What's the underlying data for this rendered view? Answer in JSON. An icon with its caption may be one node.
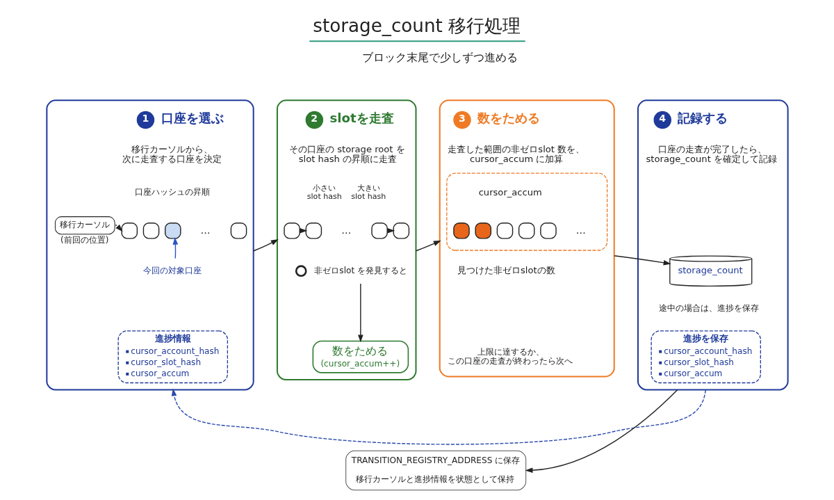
{
  "diagram": {
    "title": "storage_count 移行処理",
    "nodes": [
      {
        "text": [
          "口座を選ぶ",
          "移行カーソルから、次に走査する口座を決定"
        ]
      },
      {
        "text": [
          "1"
        ],
        "in": 0
      },
      {
        "text": [
          "移行カーソル"
        ],
        "beside": [
          "(前回の位置)"
        ],
        "in": 0
      },
      {
        "text": [],
        "shape": "box",
        "in": 0
      },
      {
        "text": [],
        "shape": "box",
        "in": 0
      },
      {
        "text": [],
        "shape": "box",
        "in": 0
      },
      {
        "text": [],
        "shape": "box",
        "in": 0
      },
      {
        "text": [
          "今回の対象口座"
        ],
        "in": 0
      },
      {
        "text": [
          "進捗情報",
          "cursor_account_hash",
          "cursor_slot_hash",
          "cursor_accum"
        ],
        "in": 0
      },
      {
        "text": [
          "slotを走査",
          "その口座の storage root を slot hash の昇順に走査"
        ]
      },
      {
        "text": [
          "2"
        ],
        "in": 9
      },
      {
        "text": [],
        "shape": "box",
        "in": 9
      },
      {
        "text": [],
        "shape": "box",
        "in": 9
      },
      {
        "text": [],
        "shape": "box",
        "in": 9
      },
      {
        "text": [],
        "shape": "box",
        "in": 9
      },
      {
        "text": [],
        "shape": "circle",
        "in": 9
      },
      {
        "text": [
          "非ゼロslot を発見すると"
        ],
        "in": 9
      },
      {
        "text": [
          "数をためる",
          "(cursor_accum++)"
        ],
        "in": 9
      },
      {
        "text": [
          "数をためる",
          "走査した範囲の非ゼロslot 数を、cursor_accum に加算"
        ]
      },
      {
        "text": [
          "3"
        ],
        "in": 18
      },
      {
        "text": [
          "cursor_accum"
        ],
        "beside": [
          "見つけた非ゼロslotの数"
        ],
        "in": 18
      },
      {
        "text": [],
        "shape": "box",
        "in": 20
      },
      {
        "text": [],
        "shape": "box",
        "in": 20
      },
      {
        "text": [],
        "shape": "box",
        "in": 20
      },
      {
        "text": [],
        "shape": "box",
        "in": 20
      },
      {
        "text": [],
        "shape": "box",
        "in": 20
      },
      {
        "text": [
          "記録する",
          "口座の走査が完了したら、storage_count を確定して記録"
        ]
      },
      {
        "text": [
          "4"
        ],
        "in": 26
      },
      {
        "text": [
          "storage_count"
        ],
        "in": 26
      },
      {
        "text": [
          "進捗を保存",
          "cursor_account_hash",
          "cursor_slot_hash",
          "cursor_accum"
        ],
        "in": 26
      },
      {
        "text": [
          "TRANSITION_REGISTRY_ADDRESS に保存",
          "移行カーソルと進捗情報を状態として保持"
        ]
      }
    ],
    "edges": [
      {
        "from": 2,
        "to": 3,
        "arrow": "to",
        "style": "dashed"
      },
      {
        "from": 7,
        "to": 5,
        "arrow": "to",
        "color": "#2a55c0"
      },
      {
        "from": 0,
        "to": 9,
        "arrow": "to"
      },
      {
        "from": 11,
        "to": 12,
        "arrow": "to"
      },
      {
        "from": 13,
        "to": 14,
        "arrow": "to"
      },
      {
        "from": 16,
        "to": 17,
        "arrow": "to"
      },
      {
        "from": 9,
        "to": 18,
        "arrow": "to"
      },
      {
        "from": 18,
        "to": 28,
        "arrow": "to"
      },
      {
        "from": 26,
        "to": 0,
        "arrow": "to",
        "style": "dashed",
        "color": "#2a4aae"
      },
      {
        "from": 26,
        "to": 30,
        "arrow": "to"
      }
    ],
    "labels": [
      "ブロック末尾で少しずつ進める",
      "口座ハッシュの昇順",
      "…",
      "小さい slot hash",
      "大きい slot hash",
      "…",
      "…",
      "上限に達するか、この口座の走査が終わったら次へ",
      "途中の場合は、進捗を保存"
    ]
  }
}
